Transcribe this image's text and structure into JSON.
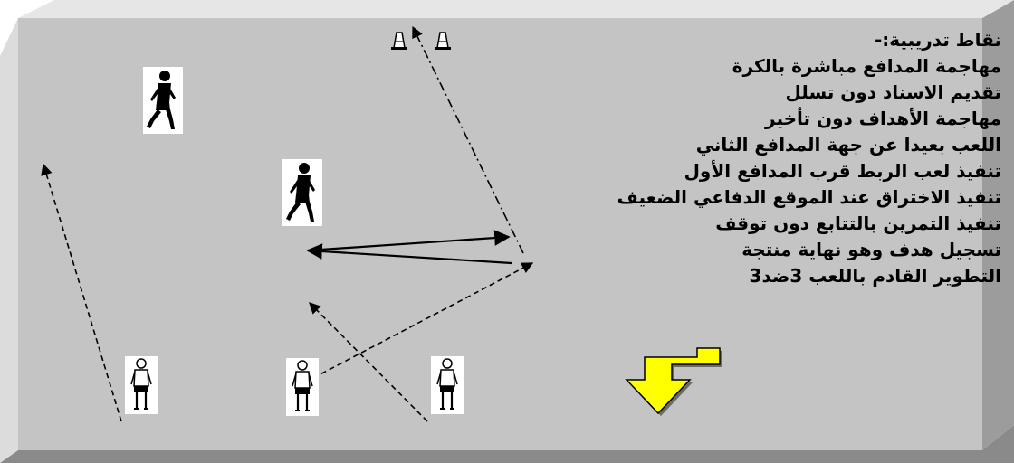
{
  "notes": {
    "heading": "نقاط تدريبية:-",
    "lines": [
      "مهاجمة المدافع مباشرة بالكرة",
      "تقديم الاسناد دون تسلل",
      "مهاجمة الأهداف دون تأخير",
      "اللعب بعيدا عن جهة المدافع الثاني",
      "تنفيذ لعب الربط قرب المدافع الأول",
      "تنفيذ الاختراق عند الموقع الدفاعي الضعيف",
      "تنفيذ التمرين بالتتابع دون توقف",
      "تسجيل هدف وهو نهاية منتجة",
      "التطوير القادم باللعب 3ضد3"
    ]
  },
  "colors": {
    "pitch": "#c4c4c4",
    "bevel_left": "#dcdcdc",
    "bevel_bottom": "#8a8a8a",
    "bevel_right": "#9c9c9c",
    "arrow_fill": "#ffff00"
  },
  "icons": {
    "cone": "cone-icon",
    "runner": "running-player-icon",
    "standing": "standing-player-icon",
    "arrow": "down-arrow-icon"
  }
}
